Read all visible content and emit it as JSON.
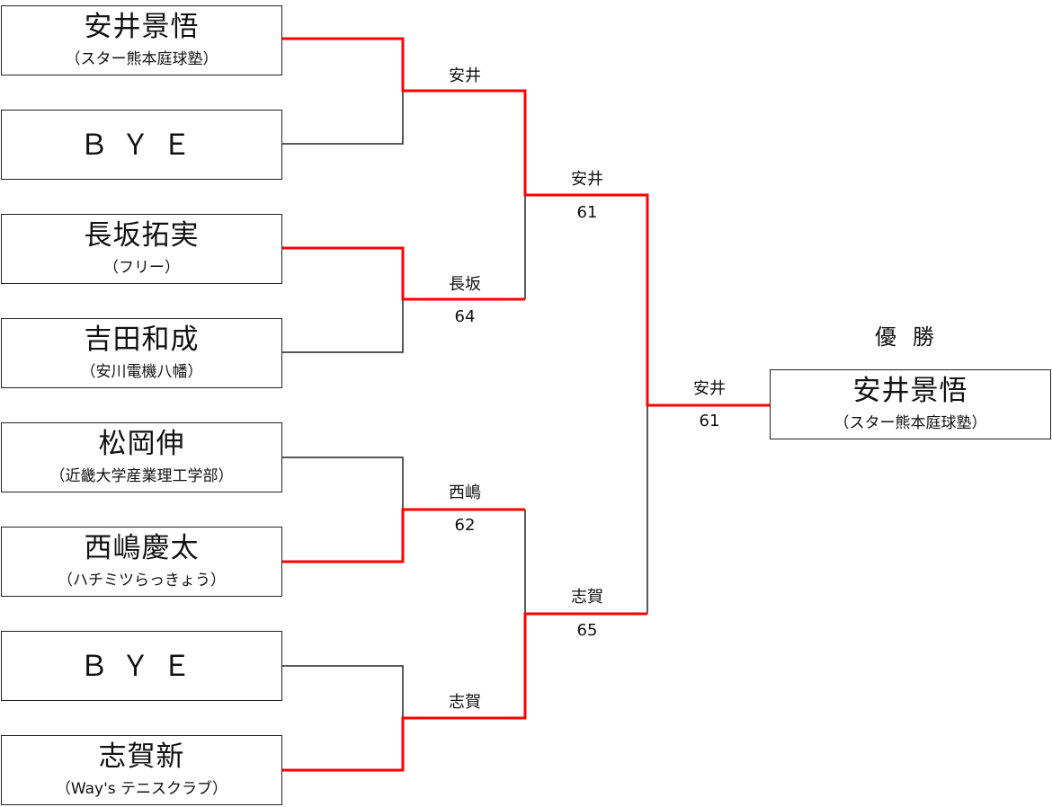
{
  "players": [
    {
      "name": "安井景悟",
      "affiliation": "（スター熊本庭球塾）"
    },
    {
      "name": "ＢＹＥ",
      "affiliation": ""
    },
    {
      "name": "長坂拓実",
      "affiliation": "（フリー）"
    },
    {
      "name": "吉田和成",
      "affiliation": "（安川電機八幡）"
    },
    {
      "name": "松岡伸",
      "affiliation": "（近畿大学産業理工学部）"
    },
    {
      "name": "西嶋慶太",
      "affiliation": "（ハチミツらっきょう）"
    },
    {
      "name": "ＢＹＥ",
      "affiliation": ""
    },
    {
      "name": "志賀新",
      "affiliation": "（Way's テニスクラブ）"
    }
  ],
  "round1": [
    {
      "winner": "安井",
      "score": ""
    },
    {
      "winner": "長坂",
      "score": "64"
    },
    {
      "winner": "西嶋",
      "score": "62"
    },
    {
      "winner": "志賀",
      "score": ""
    }
  ],
  "round2": [
    {
      "winner": "安井",
      "score": "61"
    },
    {
      "winner": "志賀",
      "score": "65"
    }
  ],
  "final": {
    "winner": "安井",
    "score": "61"
  },
  "champion": {
    "title": "優勝",
    "name": "安井景悟",
    "affiliation": "（スター熊本庭球塾）"
  },
  "colors": {
    "winner_line": "#ff0000",
    "line": "#222222"
  }
}
